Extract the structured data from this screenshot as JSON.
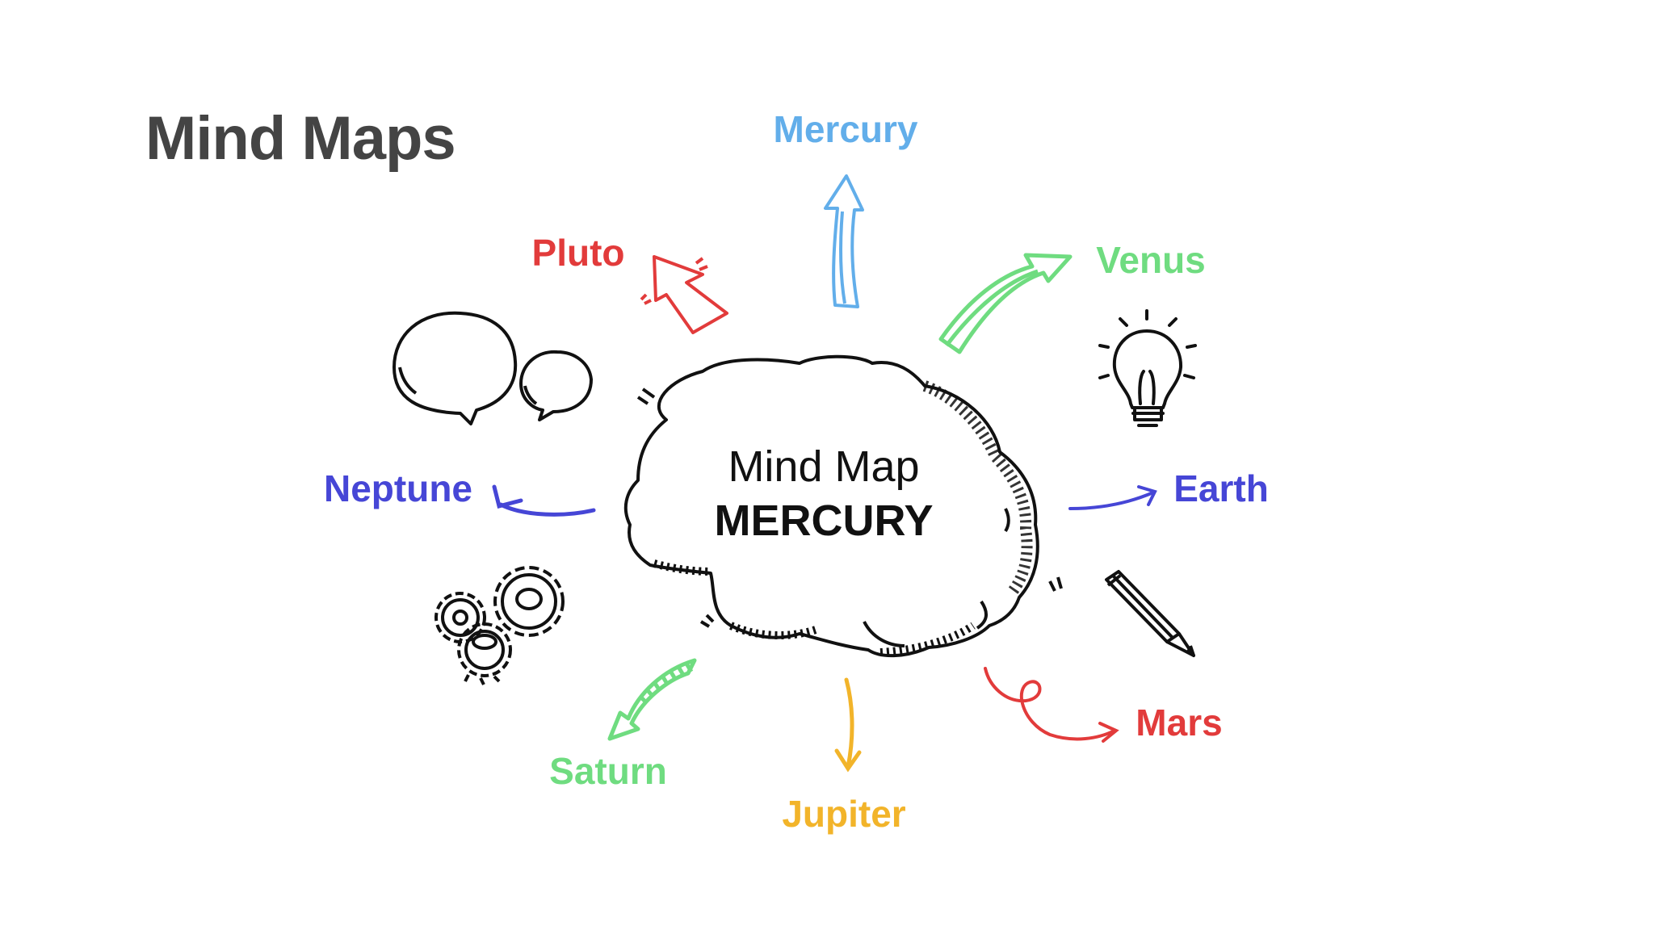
{
  "slide": {
    "title": "Mind Maps"
  },
  "center": {
    "line1": "Mind Map",
    "line2": "MERCURY"
  },
  "nodes": {
    "mercury": {
      "label": "Mercury",
      "color": "#62aeea"
    },
    "pluto": {
      "label": "Pluto",
      "color": "#e23b3b"
    },
    "venus": {
      "label": "Venus",
      "color": "#6fdc80"
    },
    "neptune": {
      "label": "Neptune",
      "color": "#4646d6"
    },
    "earth": {
      "label": "Earth",
      "color": "#4646d6"
    },
    "saturn": {
      "label": "Saturn",
      "color": "#6fdc80"
    },
    "jupiter": {
      "label": "Jupiter",
      "color": "#f2b42a"
    },
    "mars": {
      "label": "Mars",
      "color": "#e23b3b"
    }
  },
  "icons": [
    "speech-bubbles-icon",
    "lightbulb-icon",
    "gears-icon",
    "pencil-icon",
    "brain-icon"
  ]
}
